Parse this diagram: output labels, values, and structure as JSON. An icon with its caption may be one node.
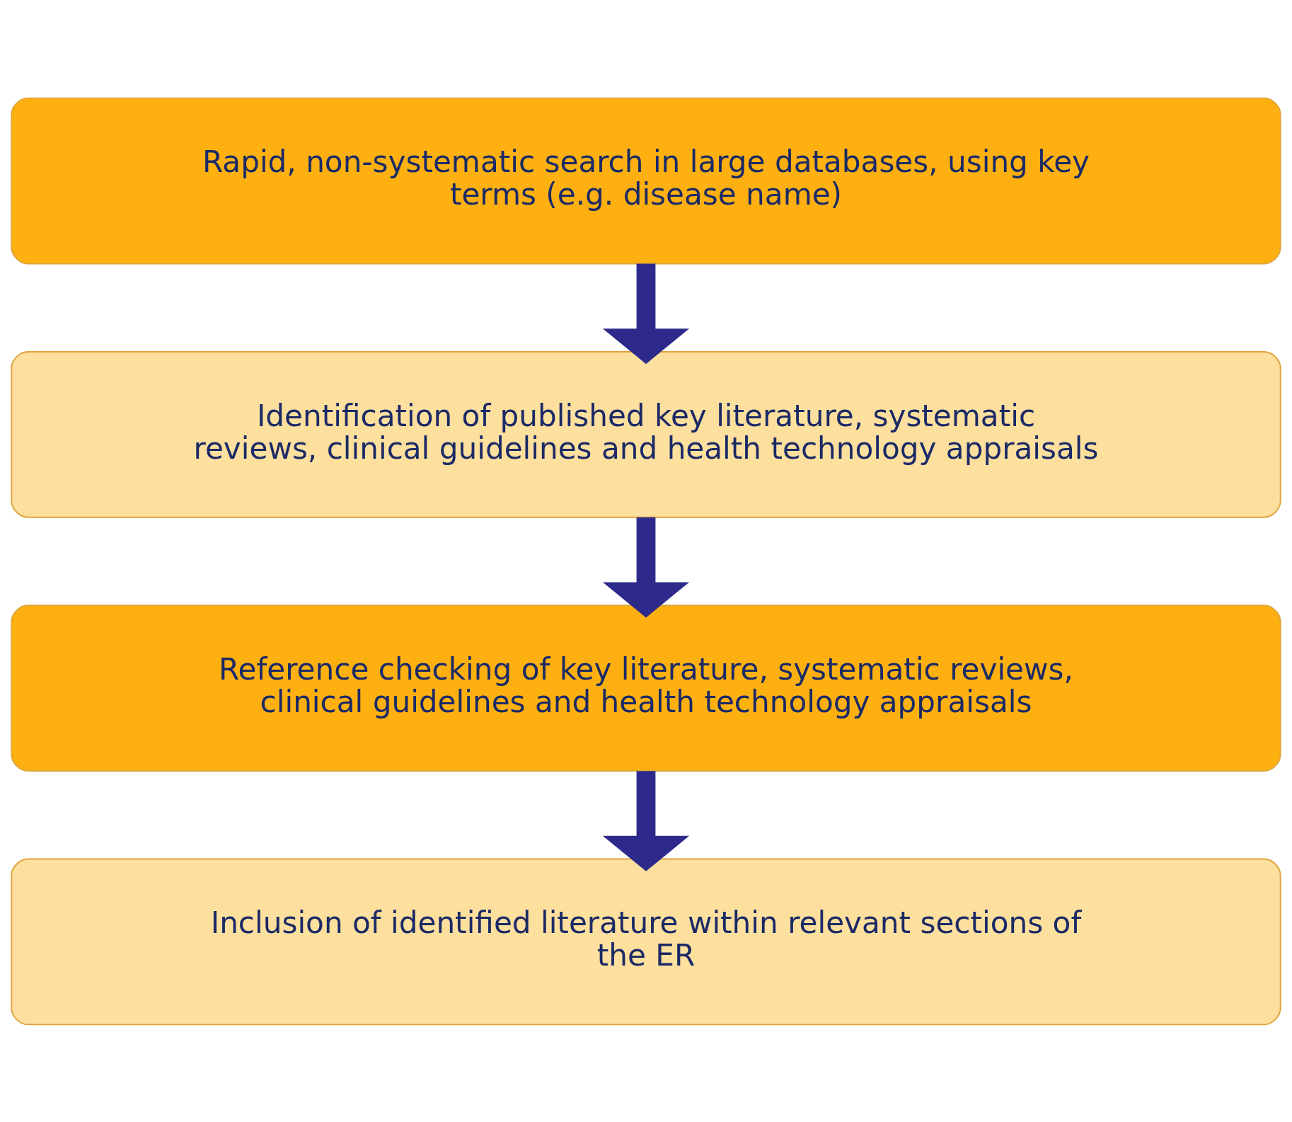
{
  "diagram": {
    "nodes": [
      {
        "text": [
          "Rapid, non-systematic search in large databases, using key terms (e.g. disease name)"
        ]
      },
      {
        "text": [
          "Identification of published key literature, systematic reviews, clinical guidelines and health technology appraisals"
        ]
      },
      {
        "text": [
          "Reference checking of key literature, systematic reviews, clinical guidelines and health technology appraisals"
        ]
      },
      {
        "text": [
          "Inclusion of identified literature within relevant sections of the ER"
        ]
      }
    ],
    "edges": [
      {
        "from": 0,
        "to": 1,
        "arrow": "to"
      },
      {
        "from": 1,
        "to": 2,
        "arrow": "to"
      },
      {
        "from": 2,
        "to": 3,
        "arrow": "to"
      }
    ]
  }
}
